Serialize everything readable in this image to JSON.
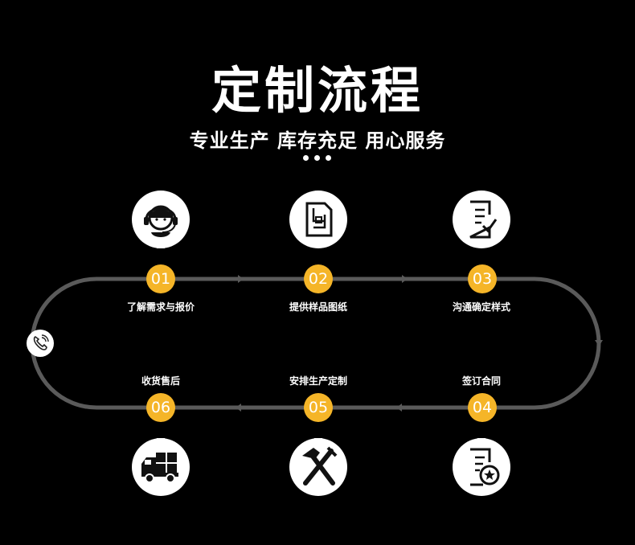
{
  "header": {
    "title": "定制流程",
    "subtitle": "专业生产 库存充足 用心服务"
  },
  "steps": [
    {
      "num": "01",
      "label": "了解需求与报价",
      "icon": "headset-person-icon"
    },
    {
      "num": "02",
      "label": "提供样品图纸",
      "icon": "blueprint-icon"
    },
    {
      "num": "03",
      "label": "沟通确定样式",
      "icon": "document-check-icon"
    },
    {
      "num": "04",
      "label": "签订合同",
      "icon": "contract-seal-icon"
    },
    {
      "num": "05",
      "label": "安排生产定制",
      "icon": "hammer-wrench-icon"
    },
    {
      "num": "06",
      "label": "收货售后",
      "icon": "delivery-truck-icon"
    }
  ],
  "colors": {
    "accent": "#f5b528",
    "track": "#5a5a5a",
    "background": "#000000"
  }
}
